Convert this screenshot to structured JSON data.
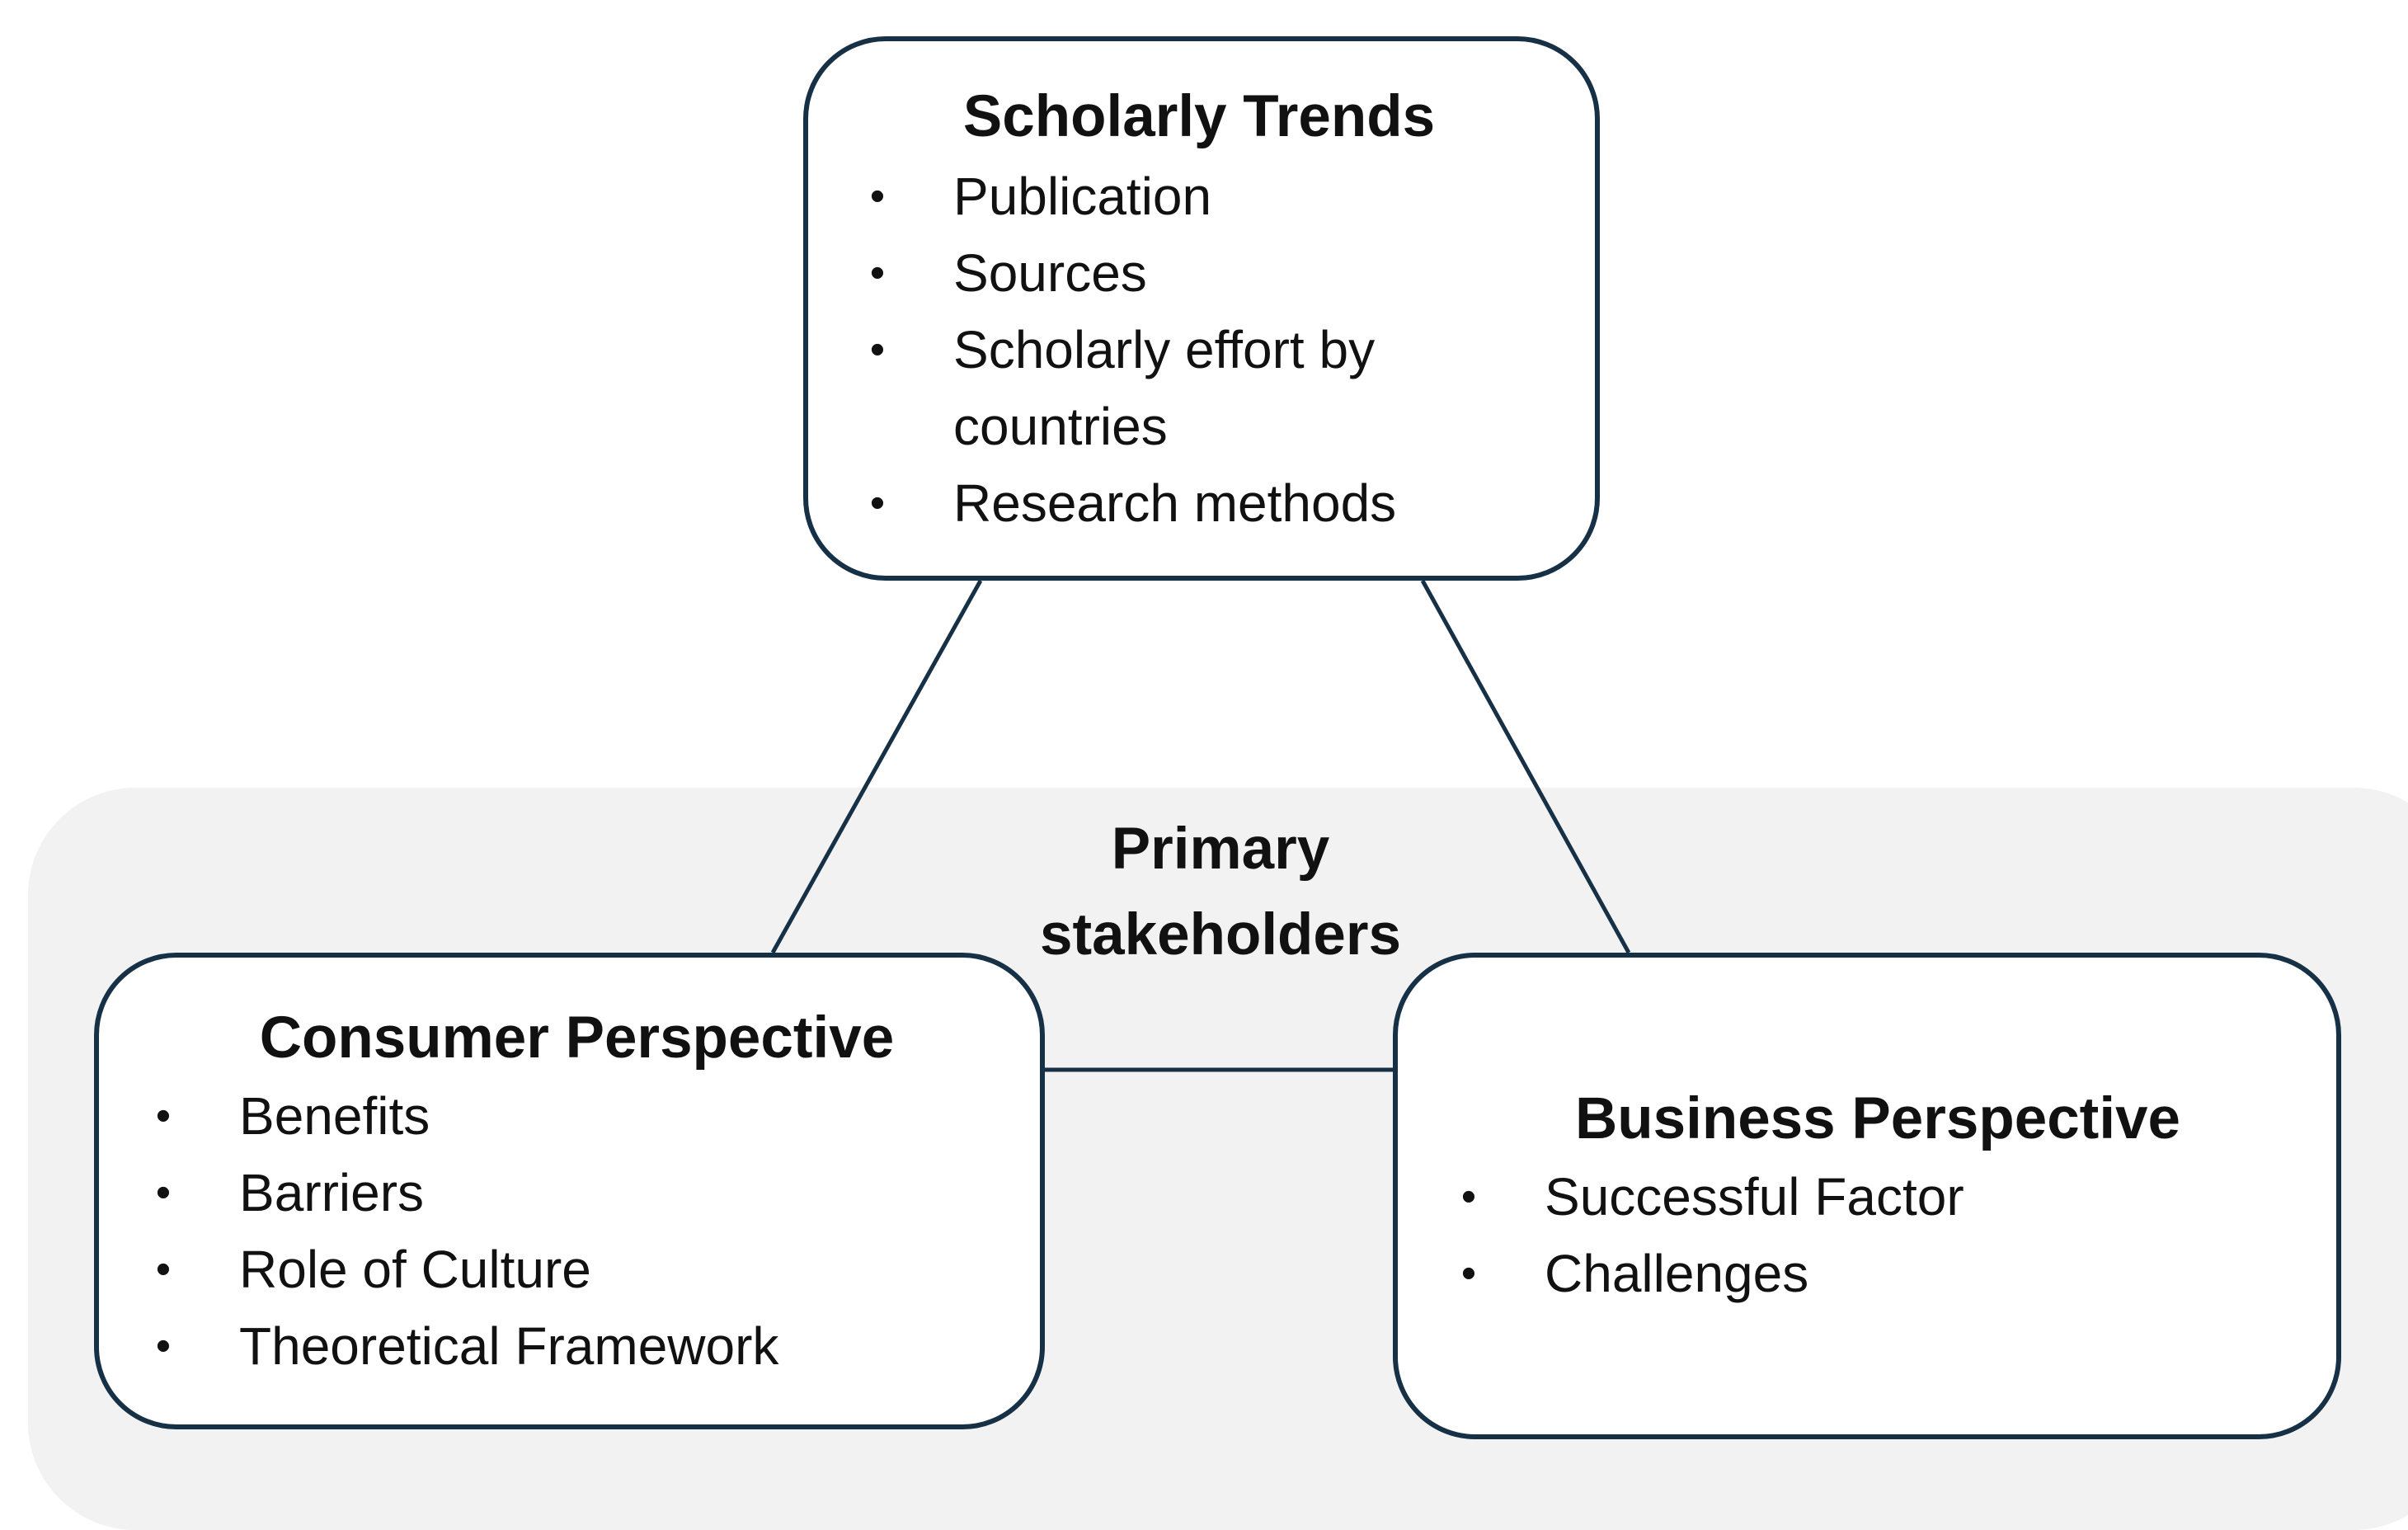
{
  "colors": {
    "box_border": "#163046",
    "connector": "#163046",
    "background_panel": "#f2f2f2",
    "text": "#111111"
  },
  "center_label": {
    "text": "Primary\nstakeholders"
  },
  "scholarly_trends": {
    "title": "Scholarly Trends",
    "items": [
      "Publication",
      "Sources",
      "Scholarly effort by\ncountries",
      "Research methods"
    ]
  },
  "consumer_perspective": {
    "title": "Consumer Perspective",
    "items": [
      "Benefits",
      "Barriers",
      "Role of Culture",
      "Theoretical Framework"
    ]
  },
  "business_perspective": {
    "title": "Business Perspective",
    "items": [
      "Successful Factor",
      "Challenges"
    ]
  },
  "bullet_glyph": "•"
}
